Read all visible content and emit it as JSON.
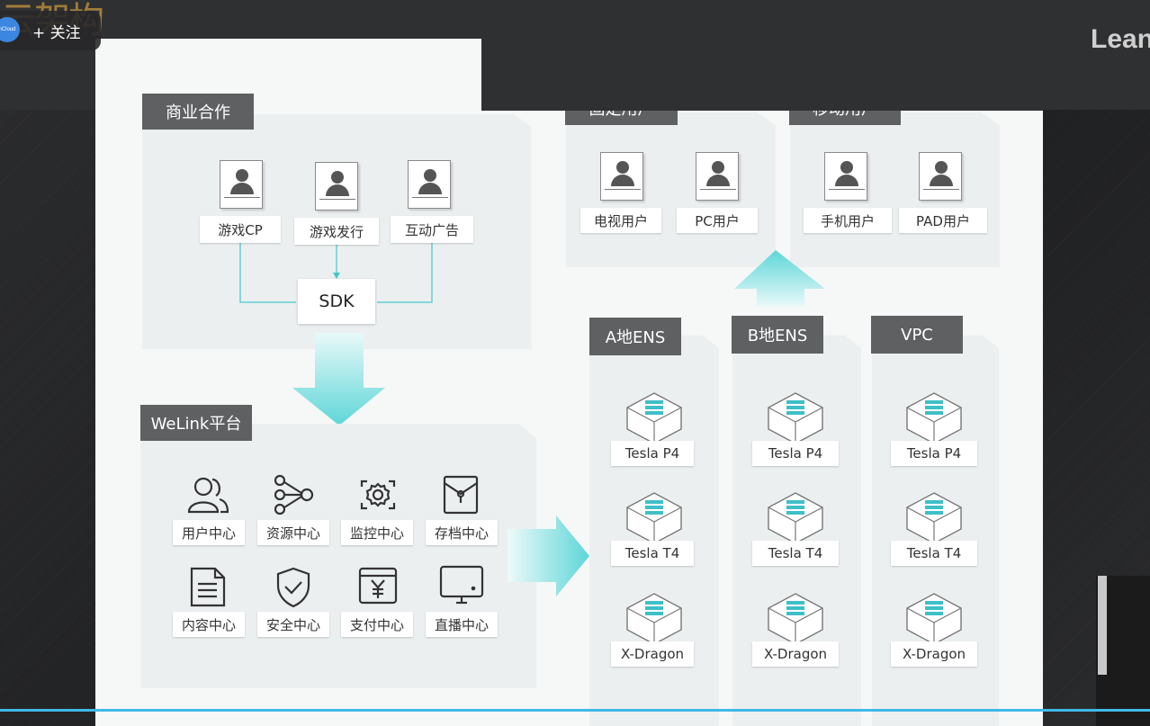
{
  "header": {
    "logo_text": "云架构",
    "avatar_text": "nCloud",
    "follow_label": "+ 关注",
    "brand_right": "Lean"
  },
  "business": {
    "title": "商业合作",
    "items": [
      "游戏CP",
      "游戏发行",
      "互动广告"
    ],
    "sdk": "SDK"
  },
  "welink": {
    "title": "WeLink平台",
    "centers": [
      {
        "label": "用户中心",
        "icon": "users-icon"
      },
      {
        "label": "资源中心",
        "icon": "network-nodes-icon"
      },
      {
        "label": "监控中心",
        "icon": "gear-icon"
      },
      {
        "label": "存档中心",
        "icon": "archive-icon"
      },
      {
        "label": "内容中心",
        "icon": "document-icon"
      },
      {
        "label": "安全中心",
        "icon": "shield-check-icon"
      },
      {
        "label": "支付中心",
        "icon": "yen-payment-icon"
      },
      {
        "label": "直播中心",
        "icon": "monitor-icon"
      }
    ]
  },
  "fixed_users": {
    "title": "固定用户",
    "items": [
      "电视用户",
      "PC用户"
    ]
  },
  "mobile_users": {
    "title": "移动用户",
    "items": [
      "手机用户",
      "PAD用户"
    ]
  },
  "regions": [
    {
      "title": "A地ENS",
      "servers": [
        "Tesla P4",
        "Tesla T4",
        "X-Dragon"
      ]
    },
    {
      "title": "B地ENS",
      "servers": [
        "Tesla P4",
        "Tesla T4",
        "X-Dragon"
      ]
    },
    {
      "title": "VPC",
      "servers": [
        "Tesla P4",
        "Tesla T4",
        "X-Dragon"
      ]
    }
  ],
  "colors": {
    "accent_cyan": "#5ed6d8",
    "tag_gray": "#5e6062",
    "panel_bg": "#eceff0"
  }
}
